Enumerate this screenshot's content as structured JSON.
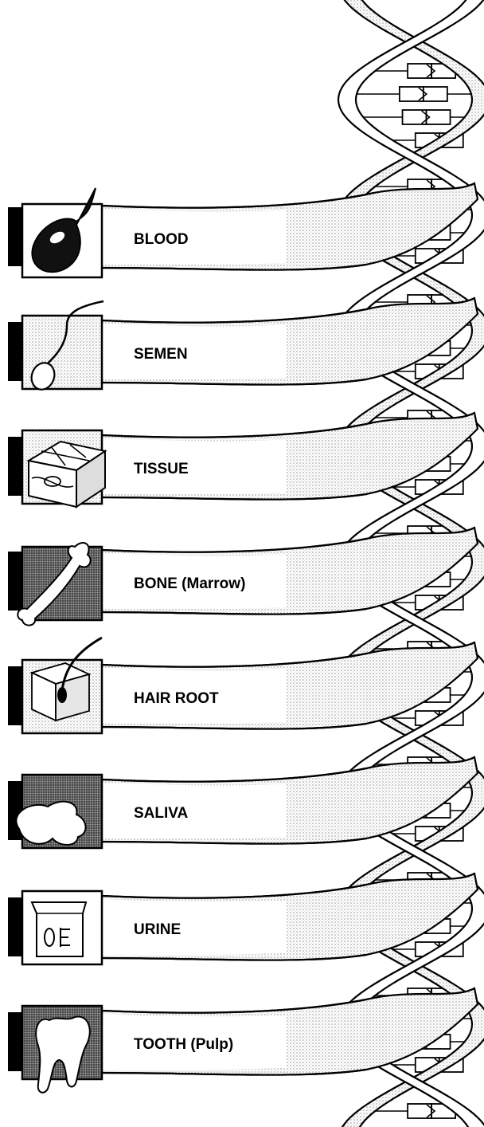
{
  "samples": [
    {
      "label": "BLOOD",
      "icon": "blood-drop-icon"
    },
    {
      "label": "SEMEN",
      "icon": "sperm-icon"
    },
    {
      "label": "TISSUE",
      "icon": "tissue-block-icon"
    },
    {
      "label": "BONE  (Marrow)",
      "icon": "bone-icon"
    },
    {
      "label": "HAIR ROOT",
      "icon": "hair-follicle-icon"
    },
    {
      "label": "SALIVA",
      "icon": "saliva-splash-icon"
    },
    {
      "label": "URINE",
      "icon": "beaker-icon"
    },
    {
      "label": "TOOTH (Pulp)",
      "icon": "tooth-icon"
    }
  ],
  "colors": {
    "ink": "#000000",
    "paper": "#ffffff",
    "stipple": "#9a9a9a",
    "dark_stipple": "#555555"
  }
}
